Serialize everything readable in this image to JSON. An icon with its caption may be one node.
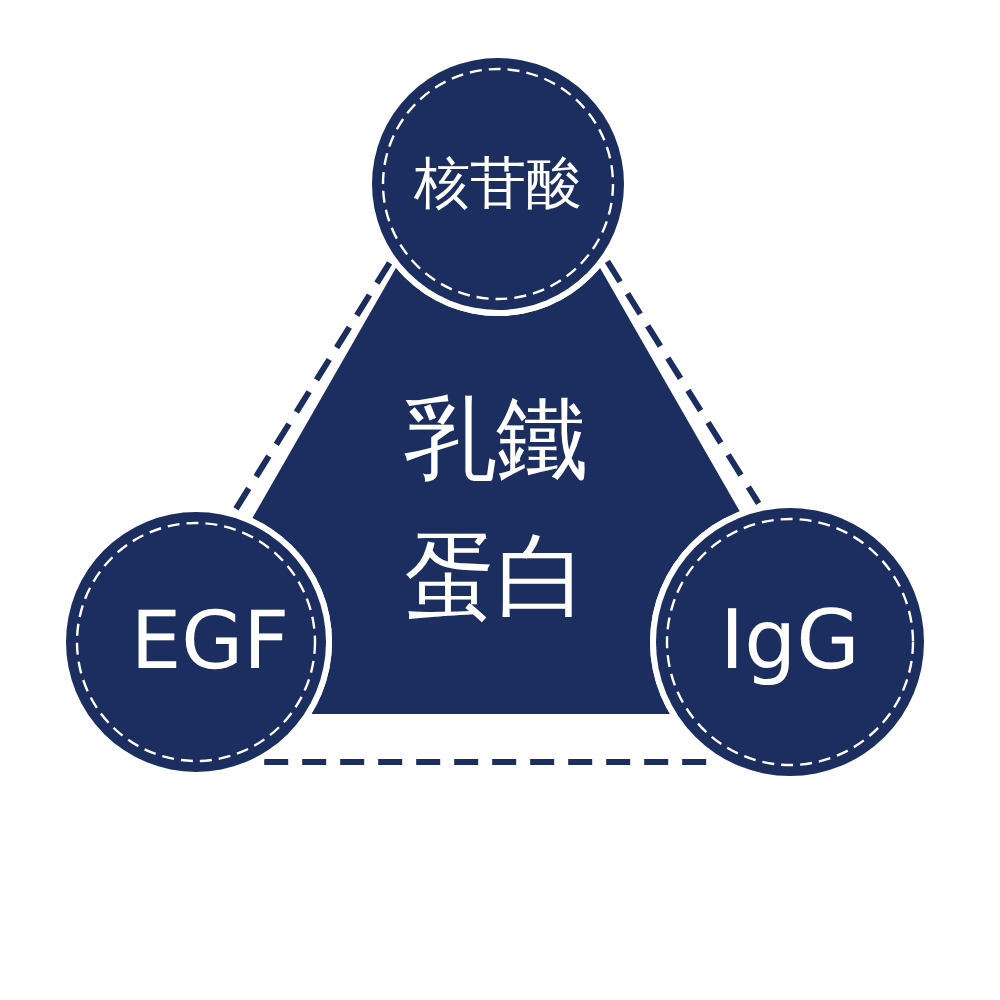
{
  "diagram": {
    "nodes": [
      {
        "text": [
          "核苷酸"
        ]
      },
      {
        "text": [
          "乳鐵蛋白"
        ]
      },
      {
        "text": [
          "EGF"
        ]
      },
      {
        "text": [
          "IgG"
        ]
      }
    ],
    "edges": [
      {
        "from": 0,
        "to": 2,
        "arrow": "none",
        "style": "dashed"
      },
      {
        "from": 0,
        "to": 3,
        "arrow": "none",
        "style": "dashed"
      },
      {
        "from": 2,
        "to": 3,
        "arrow": "none",
        "style": "dashed"
      }
    ]
  }
}
